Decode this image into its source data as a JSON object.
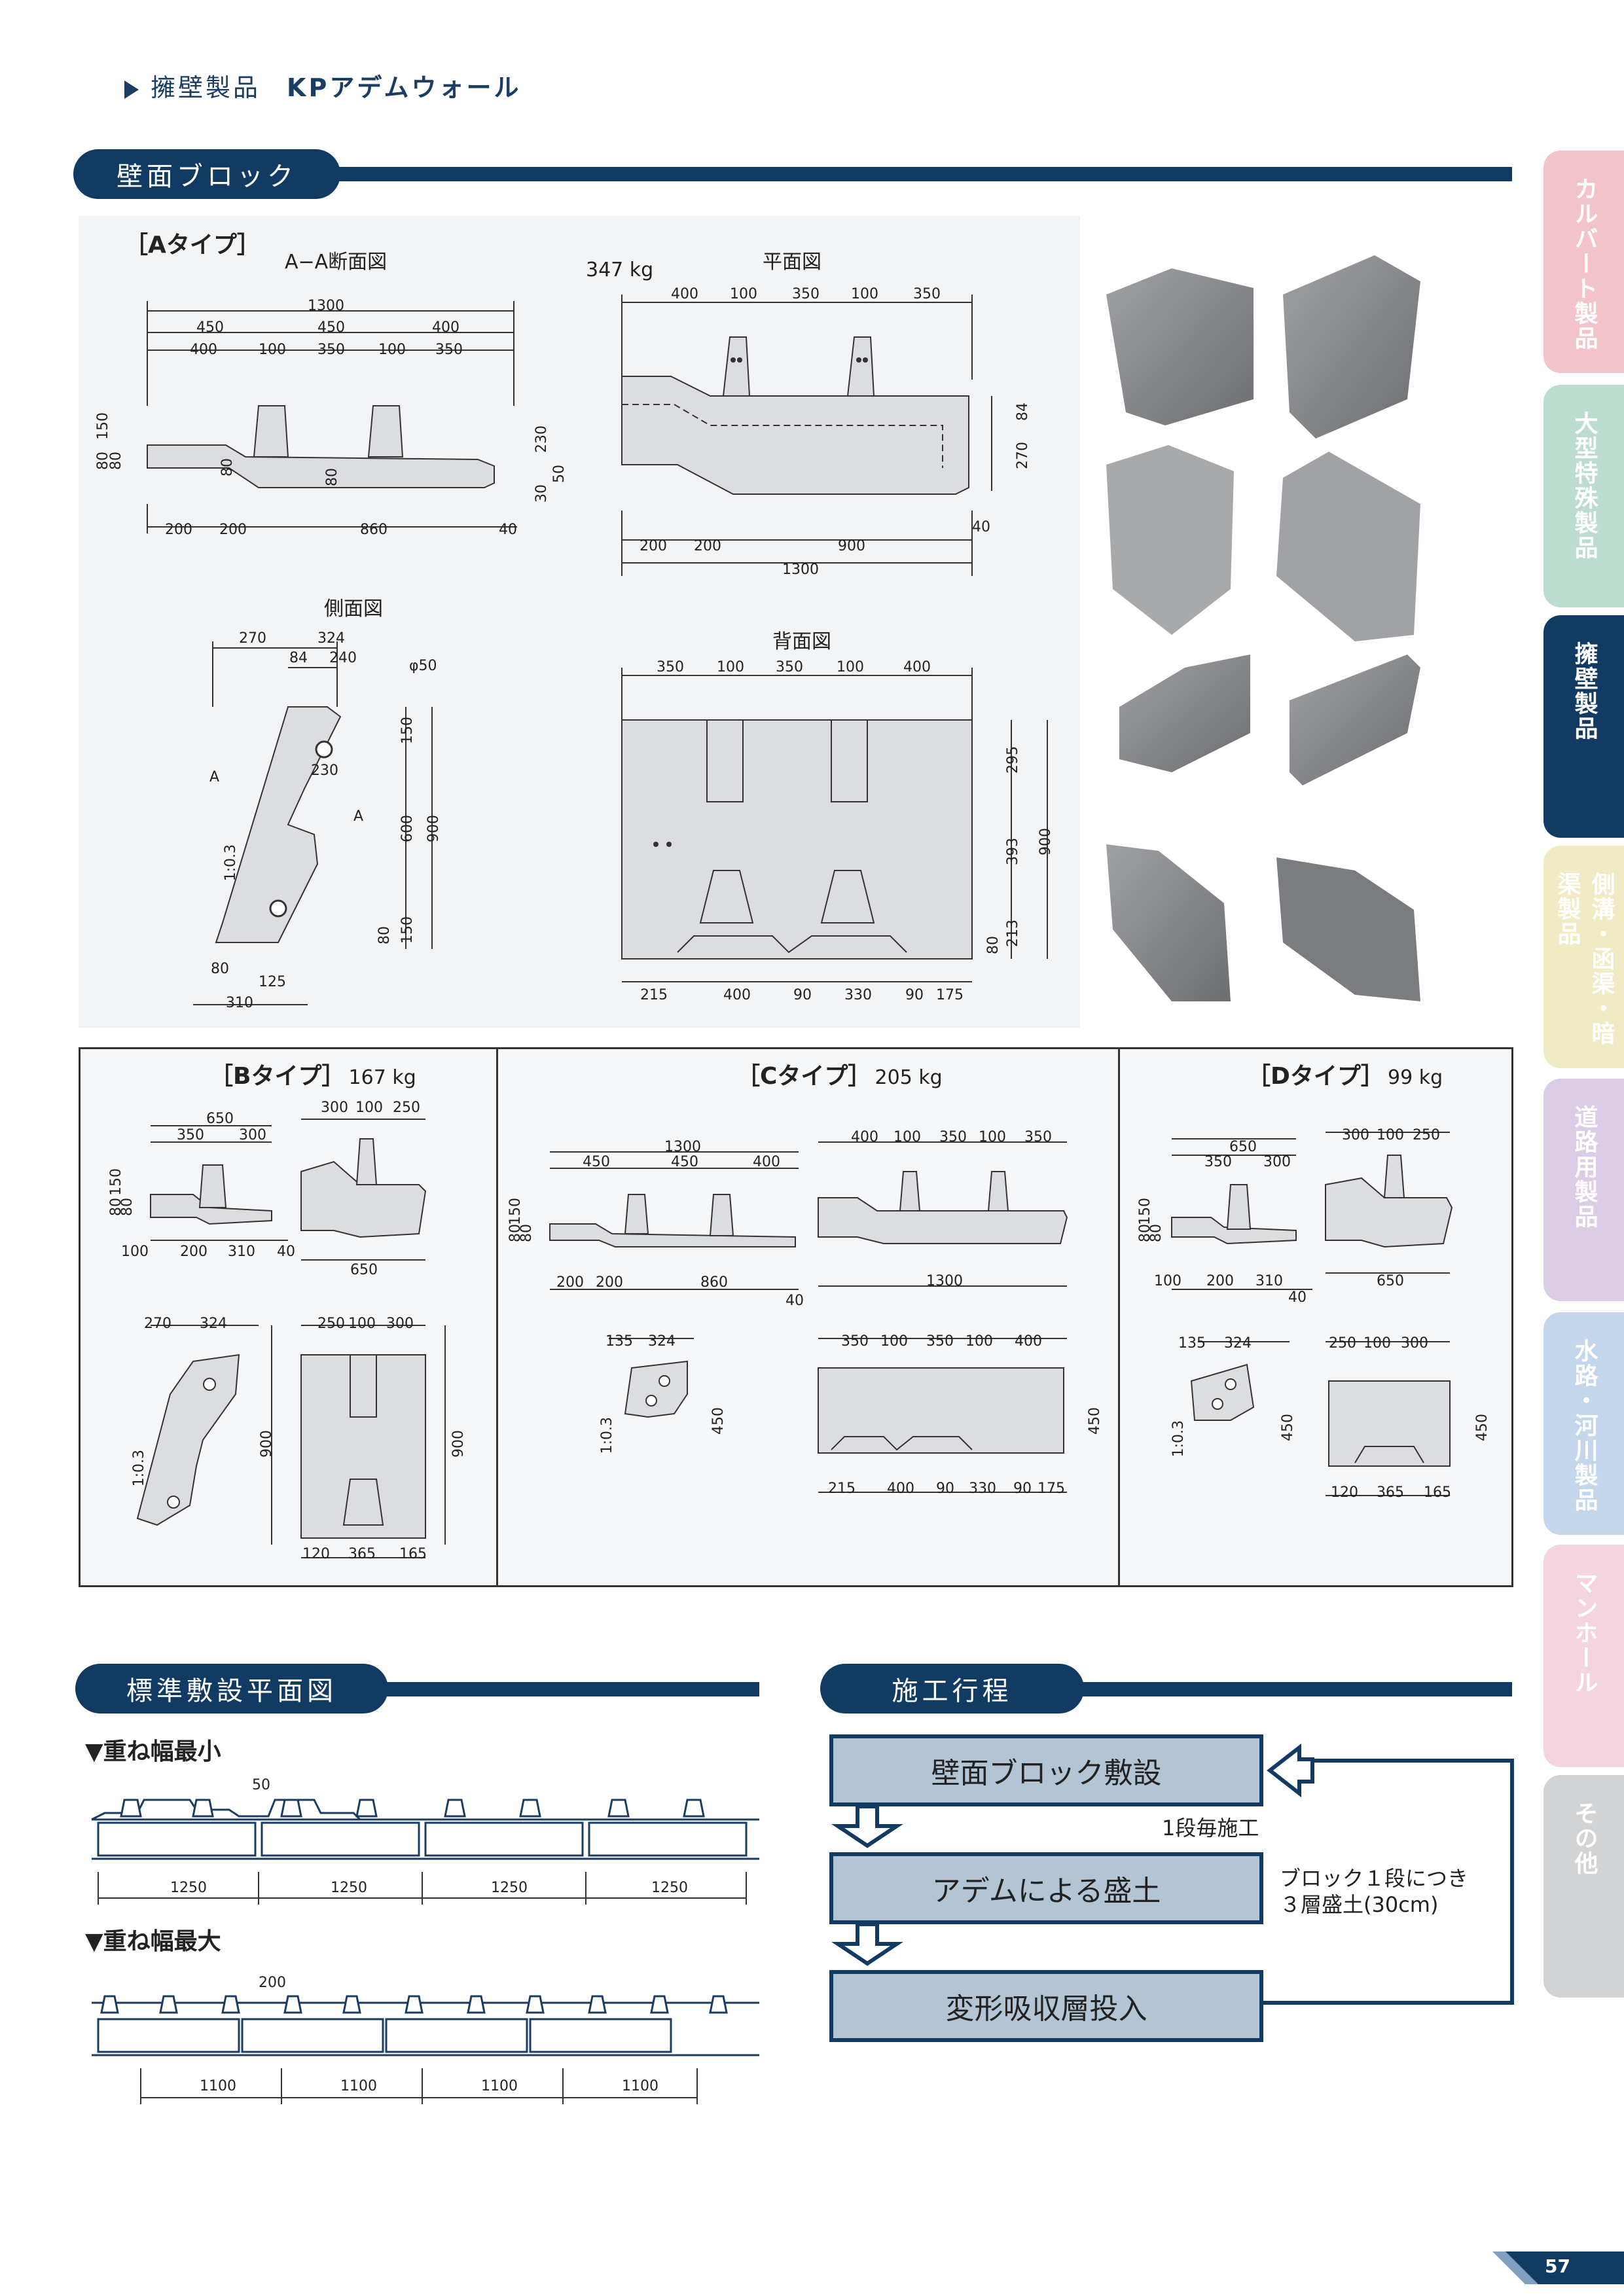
{
  "header": {
    "category": "擁壁製品",
    "product": "KPアデムウォール"
  },
  "section_wall_block": "壁面ブロック",
  "type_a": {
    "title": "［Aタイプ］",
    "weight": "347 kg",
    "section_label": "A−A断面図",
    "plan_label": "平面図",
    "side_label": "側面図",
    "back_label": "背面図",
    "dims_section_top": [
      "1300"
    ],
    "dims_section_mid": [
      "450",
      "450",
      "400"
    ],
    "dims_section_row": [
      "400",
      "100",
      "350",
      "100",
      "350"
    ],
    "dims_section_bottom": [
      "200",
      "200",
      "860",
      "40"
    ],
    "dims_section_left": [
      "150",
      "80",
      "80"
    ],
    "dims_section_right": [
      "230",
      "50",
      "30"
    ],
    "dims_section_slope": [
      "80",
      "80"
    ],
    "dims_plan_top": [
      "400",
      "100",
      "350",
      "100",
      "350"
    ],
    "dims_plan_right": [
      "84",
      "270",
      "40"
    ],
    "dims_plan_bottom": [
      "200",
      "200",
      "900"
    ],
    "dims_plan_total": "1300",
    "dims_side_top": [
      "270",
      "324"
    ],
    "dims_side_top2": [
      "84",
      "240"
    ],
    "side_hole": "φ50",
    "side_slope": "1:0.3",
    "dims_side_inner": "230",
    "dims_side_right": [
      "150",
      "600",
      "900",
      "80",
      "150"
    ],
    "dims_side_bottom": [
      "80",
      "125",
      "310"
    ],
    "section_mark": "A",
    "dims_back_top": [
      "350",
      "100",
      "350",
      "100",
      "400"
    ],
    "dims_back_right": [
      "295",
      "393",
      "900",
      "213",
      "80"
    ],
    "dims_back_bottom": [
      "215",
      "400",
      "90",
      "330",
      "90",
      "175"
    ]
  },
  "type_b": {
    "title": "［Bタイプ］",
    "weight": "167 kg",
    "dims_sec_top": [
      "650"
    ],
    "dims_sec_row": [
      "350",
      "300"
    ],
    "dims_sec_bottom": [
      "100",
      "200",
      "310",
      "40"
    ],
    "dims_sec_left": [
      "150",
      "80",
      "80"
    ],
    "dims_plan_top": [
      "300",
      "100",
      "250"
    ],
    "dims_plan_bottom": [
      "650"
    ],
    "dims_side_top": [
      "270",
      "324"
    ],
    "dims_side_right": [
      "900"
    ],
    "side_slope": "1:0.3",
    "dims_back_top": [
      "250",
      "100",
      "300"
    ],
    "dims_back_right": [
      "900"
    ],
    "dims_back_bottom": [
      "120",
      "365",
      "165"
    ]
  },
  "type_c": {
    "title": "［Cタイプ］",
    "weight": "205 kg",
    "dims_sec_top": [
      "1300"
    ],
    "dims_sec_row": [
      "450",
      "450",
      "400"
    ],
    "dims_sec_bottom": [
      "200",
      "200",
      "860",
      "40"
    ],
    "dims_sec_left": [
      "150",
      "80",
      "80"
    ],
    "dims_plan_top": [
      "400",
      "100",
      "350",
      "100",
      "350"
    ],
    "dims_plan_bottom": [
      "1300"
    ],
    "dims_side_top": [
      "135",
      "324"
    ],
    "dims_side_right": [
      "450"
    ],
    "side_slope": "1:0.3",
    "dims_back_top": [
      "350",
      "100",
      "350",
      "100",
      "400"
    ],
    "dims_back_right": [
      "450"
    ],
    "dims_back_bottom": [
      "215",
      "400",
      "90",
      "330",
      "90",
      "175"
    ]
  },
  "type_d": {
    "title": "［Dタイプ］",
    "weight": "99 kg",
    "dims_sec_top": [
      "650"
    ],
    "dims_sec_row": [
      "350",
      "300"
    ],
    "dims_sec_bottom": [
      "100",
      "200",
      "310",
      "40"
    ],
    "dims_sec_left": [
      "150",
      "80",
      "80"
    ],
    "dims_plan_top": [
      "300",
      "100",
      "250"
    ],
    "dims_plan_bottom": [
      "650"
    ],
    "dims_side_top": [
      "135",
      "324"
    ],
    "dims_side_right": [
      "450"
    ],
    "side_slope": "1:0.3",
    "dims_back_top": [
      "250",
      "100",
      "300"
    ],
    "dims_back_right": [
      "450"
    ],
    "dims_back_bottom": [
      "120",
      "365",
      "165"
    ]
  },
  "layout_plan": {
    "title": "標準敷設平面図",
    "min_label": "▼重ね幅最小",
    "min_overlap": "50",
    "min_widths": [
      "1250",
      "1250",
      "1250",
      "1250"
    ],
    "max_label": "▼重ね幅最大",
    "max_overlap": "200",
    "max_widths": [
      "1100",
      "1100",
      "1100",
      "1100"
    ]
  },
  "process": {
    "title": "施工行程",
    "steps": [
      "壁面ブロック敷設",
      "アデムによる盛土",
      "変形吸収層投入"
    ],
    "note_step1": "1段毎施工",
    "note_loop_1": "ブロック１段につき",
    "note_loop_2": "３層盛土(30cm)"
  },
  "side_tabs": [
    {
      "label": "カルバート製品",
      "color": "#f2c3cb"
    },
    {
      "label": "大型特殊製品",
      "color": "#bcdccf"
    },
    {
      "label": "擁壁製品",
      "color": "#123b63"
    },
    {
      "label": "側溝・函渠・暗渠製品",
      "color": "#f0ebc4"
    },
    {
      "label": "道路用製品",
      "color": "#dccde6"
    },
    {
      "label": "水路・河川製品",
      "color": "#c3d6ec"
    },
    {
      "label": "マンホール",
      "color": "#f4d5df"
    },
    {
      "label": "その他",
      "color": "#d2d3d5"
    }
  ],
  "page_number": "57"
}
